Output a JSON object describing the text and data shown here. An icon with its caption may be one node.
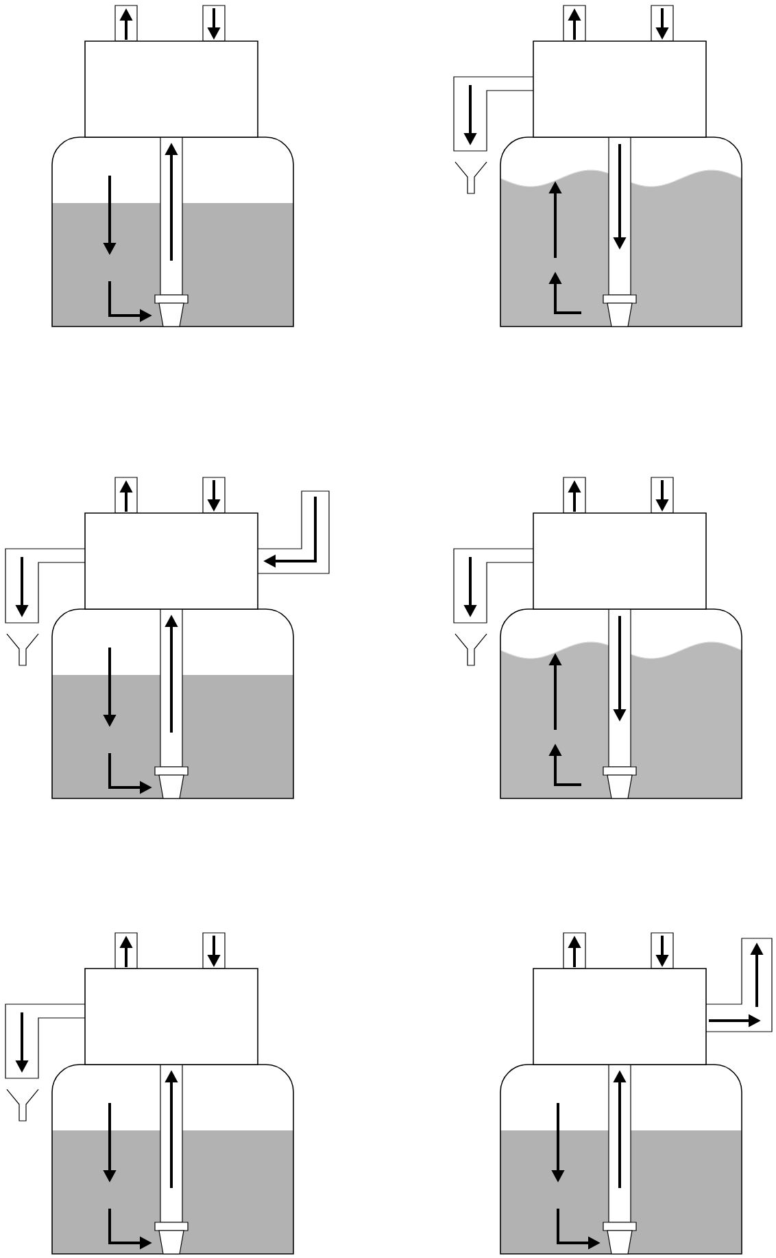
{
  "diagram": {
    "nodes": [
      {
        "text": [],
        "shape": "box"
      },
      {
        "text": [],
        "shape": "tank"
      },
      {
        "text": [],
        "shape": "box"
      },
      {
        "text": [],
        "shape": "tank"
      },
      {
        "text": [],
        "shape": "box"
      },
      {
        "text": [],
        "shape": "tank"
      },
      {
        "text": [],
        "shape": "box"
      },
      {
        "text": [],
        "shape": "tank"
      },
      {
        "text": [],
        "shape": "box"
      },
      {
        "text": [],
        "shape": "tank"
      },
      {
        "text": [],
        "shape": "box"
      },
      {
        "text": [],
        "shape": "tank"
      }
    ]
  }
}
